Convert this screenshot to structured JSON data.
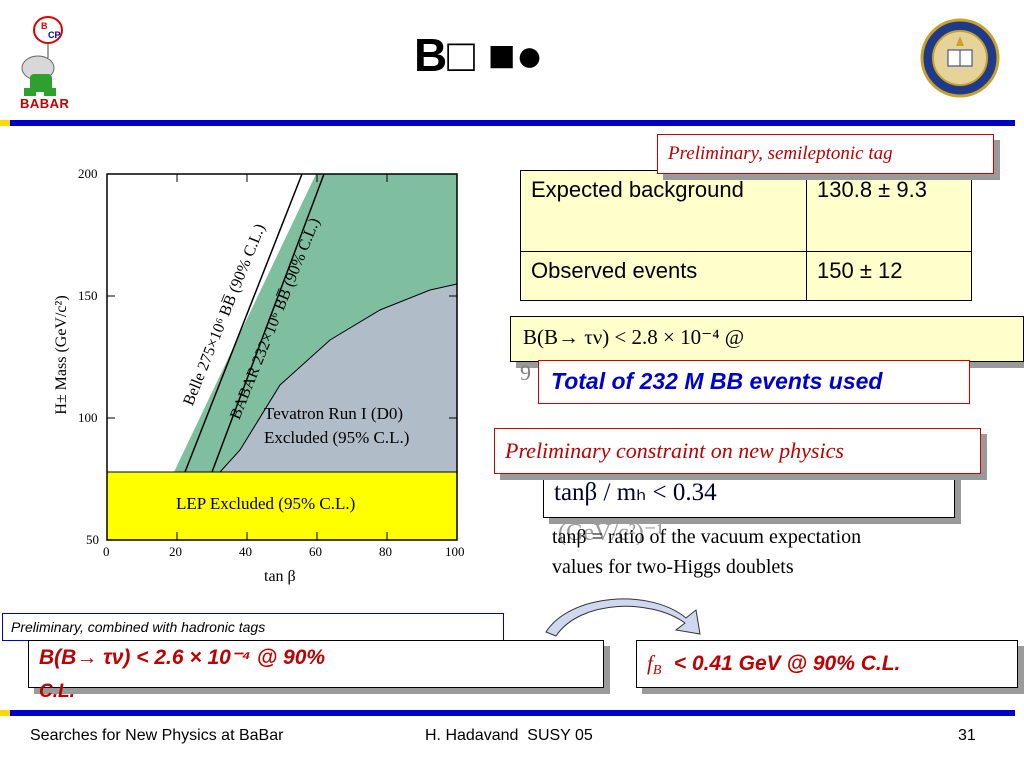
{
  "header": {
    "title": "B□ ■●",
    "left_logo_text": "BABAR",
    "left_logo_mascot": "BaBar elephant mascot with B-B̅ CP balloon",
    "right_seal": "university seal"
  },
  "plot": {
    "y_label": "H± Mass (GeV/c²)",
    "x_label": "tan β",
    "y_ticks": [
      "200",
      "150",
      "100",
      "50"
    ],
    "x_ticks": [
      "0",
      "20",
      "40",
      "60",
      "80",
      "100"
    ],
    "belle_label": "Belle 275×10⁶ BB̅ (90% C.L.)",
    "babar_label": "BABAR 232×10⁶ BB̅ (90% C.L.)",
    "tevatron_line1": "Tevatron Run I (D0)",
    "tevatron_line2": "Excluded (95% C.L.)",
    "lep_label": "LEP Excluded (95% C.L.)",
    "colors": {
      "lep": "#ffff00",
      "tevatron": "#b0bcc8",
      "excluded_bands": "#7fbf9f"
    }
  },
  "semileptonic": {
    "tag": "Preliminary, semileptonic tag",
    "row1_label": "Expected background",
    "row1_value": "130.8 ± 9.3",
    "row2_label": "Observed events",
    "row2_value": "150 ± 12"
  },
  "br_limit": {
    "text": "B(B→ τν) < 2.8 × 10⁻⁴ @",
    "overflow": "9"
  },
  "total_events": "Total of 232 M BB events used",
  "constraint": {
    "tag": "Preliminary constraint on new physics",
    "formula": "tanβ / mₕ < 0.34",
    "formula_overflow": "(GeV/c²)⁻¹",
    "desc_line1": "tanβ = ratio of the vacuum expectation",
    "desc_line2": "values for two-Higgs doublets"
  },
  "combined": {
    "tag": "Preliminary, combined with hadronic tags",
    "limit_line1": "B(B→ τν) < 2.6 × 10⁻⁴ @ 90%",
    "limit_line2": "C.L.",
    "fb_symbol": "f",
    "fb_sub": "B",
    "fb_text": "< 0.41 GeV @ 90% C.L."
  },
  "footer": {
    "left": "Searches for New Physics at BaBar",
    "center": "H. Hadavand  SUSY 05",
    "page": "31"
  }
}
